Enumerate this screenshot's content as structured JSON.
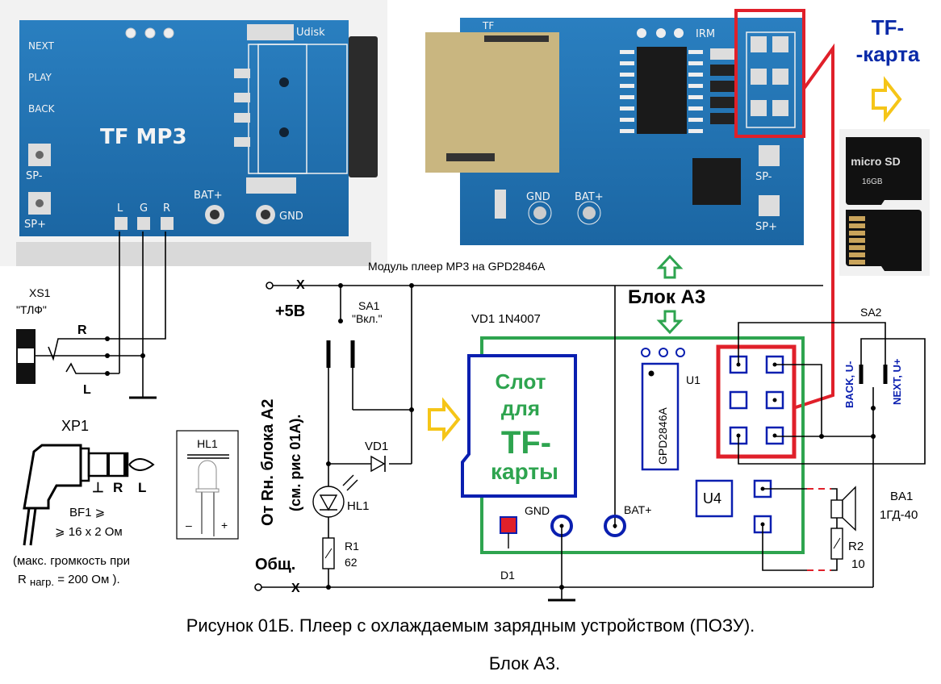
{
  "photo_left": {
    "board_label": "TF MP3",
    "udisk_label": "Udisk",
    "button_labels": [
      "NEXT",
      "PLAY",
      "BACK"
    ],
    "speaker_labels": [
      "SP-",
      "SP+"
    ],
    "audio_labels": [
      "L",
      "G",
      "R"
    ],
    "power_labels": [
      "BAT+",
      "GND"
    ]
  },
  "photo_right": {
    "tf_label": "TF",
    "irm_label": "IRM",
    "power_labels": [
      "GND",
      "BAT+"
    ],
    "speaker_labels": [
      "SP-",
      "SP+"
    ]
  },
  "tf_card": {
    "title_line1": "TF-",
    "title_line2": "-карта",
    "brand": "micro SD",
    "capacity": "16GB"
  },
  "module_caption": "Модуль  плеер  MP3 на  GPD2846A",
  "block_label": "Блок А3",
  "xs1": {
    "name": "XS1",
    "type": "\"ТЛФ\"",
    "pin_r": "R",
    "pin_l": "L"
  },
  "xp1": {
    "name": "XP1",
    "pins": [
      "⊥",
      "R",
      "L"
    ],
    "bf1_line1": "BF1 ⩾",
    "bf1_line2": "⩾ 16 x 2 Ом",
    "note_line1": "(макс. громкость при",
    "note_line2_r": "R",
    "note_line2_sub": "нагр.",
    "note_line2_rest": "= 200 Ом )."
  },
  "hl1_legend": {
    "name": "HL1",
    "minus": "–",
    "plus": "+"
  },
  "input": {
    "plus5v": "+5В",
    "common": "Общ.",
    "source_line1": "От  Rн.  блока А2",
    "source_line2": "(см. рис 01А).",
    "cross": "X"
  },
  "components": {
    "sa1_name": "SA1",
    "sa1_label": "\"Вкл.\"",
    "vd1_name": "VD1",
    "vd1_spec": "VD1   1N4007",
    "hl1_name": "HL1",
    "r1_name": "R1",
    "r1_value": "62",
    "d1_name": "D1",
    "gnd_label": "GND",
    "bat_label": "BAT+",
    "u1_name": "U1",
    "u1_chip": "GPD2846A",
    "u4_name": "U4",
    "sa2_name": "SA2",
    "sa2_back": "BACK, U-",
    "sa2_next": "NEXT, U+",
    "ba1_name": "BA1",
    "ba1_type": "1ГД-40",
    "r2_name": "R2",
    "r2_value": "10"
  },
  "slot": {
    "line1": "Слот",
    "line2": "для",
    "line3": "TF-",
    "line4": "карты"
  },
  "caption": {
    "line1": "Рисунок 01Б.  Плеер с охлаждаемым зарядным устройством (ПОЗУ).",
    "line2": "Блок А3."
  },
  "colors": {
    "pcb_blue": "#1f6fae",
    "module_green": "#2ea44f",
    "highlight_red": "#e0202a",
    "pad_blue": "#0a1fb0",
    "arrow_yellow": "#f5c518",
    "title_blue": "#0a2aa8"
  }
}
